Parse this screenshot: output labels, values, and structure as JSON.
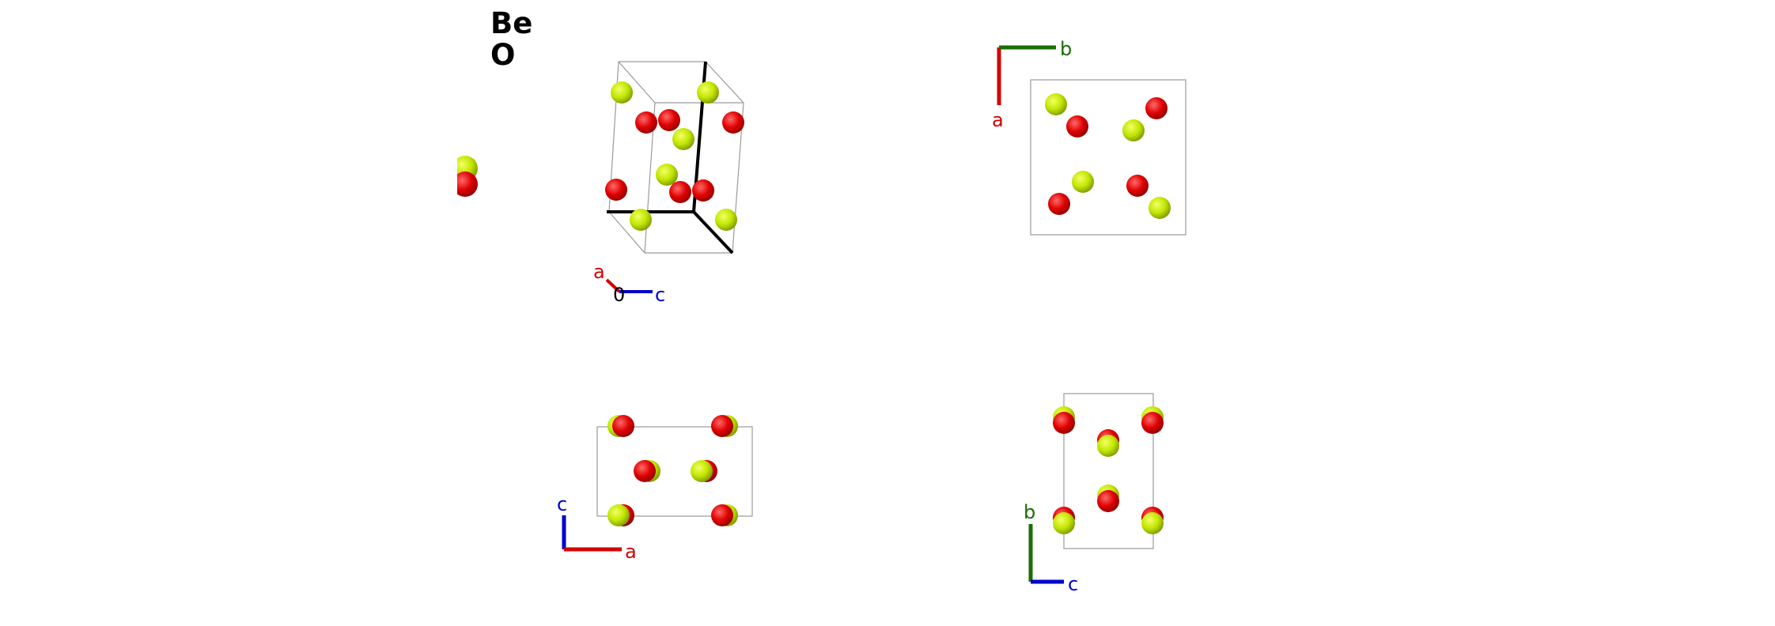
{
  "legend": {
    "items": [
      {
        "symbol": "Be",
        "color": "#b8e000"
      },
      {
        "symbol": "O",
        "color": "#e00000"
      }
    ]
  },
  "colors": {
    "a_axis": "#d40000",
    "b_axis": "#1a6e00",
    "c_axis": "#0000cc",
    "cell_edge": "#9a9a9a",
    "Be": "#b8e000",
    "O": "#e00000"
  },
  "panels": [
    {
      "name": "perspective",
      "axes": {
        "a": "a",
        "c": "c",
        "origin": "0"
      }
    },
    {
      "name": "view-along-c",
      "axes": {
        "a": "a",
        "b": "b"
      }
    },
    {
      "name": "view-along-b",
      "axes": {
        "c": "c",
        "a": "a"
      }
    },
    {
      "name": "view-along-a",
      "axes": {
        "b": "b",
        "c": "c"
      }
    }
  ]
}
